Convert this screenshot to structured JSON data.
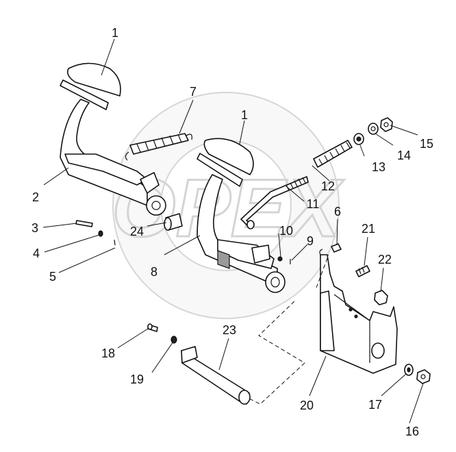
{
  "watermark": "OPEX",
  "callouts": [
    {
      "id": "c1a",
      "text": "1"
    },
    {
      "id": "c1b",
      "text": "1"
    },
    {
      "id": "c2",
      "text": "2"
    },
    {
      "id": "c3",
      "text": "3"
    },
    {
      "id": "c4",
      "text": "4"
    },
    {
      "id": "c5",
      "text": "5"
    },
    {
      "id": "c6",
      "text": "6"
    },
    {
      "id": "c7",
      "text": "7"
    },
    {
      "id": "c8",
      "text": "8"
    },
    {
      "id": "c9",
      "text": "9"
    },
    {
      "id": "c10",
      "text": "10"
    },
    {
      "id": "c11",
      "text": "11"
    },
    {
      "id": "c12",
      "text": "12"
    },
    {
      "id": "c13",
      "text": "13"
    },
    {
      "id": "c14",
      "text": "14"
    },
    {
      "id": "c15",
      "text": "15"
    },
    {
      "id": "c16",
      "text": "16"
    },
    {
      "id": "c17",
      "text": "17"
    },
    {
      "id": "c18",
      "text": "18"
    },
    {
      "id": "c19",
      "text": "19"
    },
    {
      "id": "c20",
      "text": "20"
    },
    {
      "id": "c21",
      "text": "21"
    },
    {
      "id": "c22",
      "text": "22"
    },
    {
      "id": "c23",
      "text": "23"
    },
    {
      "id": "c24",
      "text": "24"
    }
  ]
}
